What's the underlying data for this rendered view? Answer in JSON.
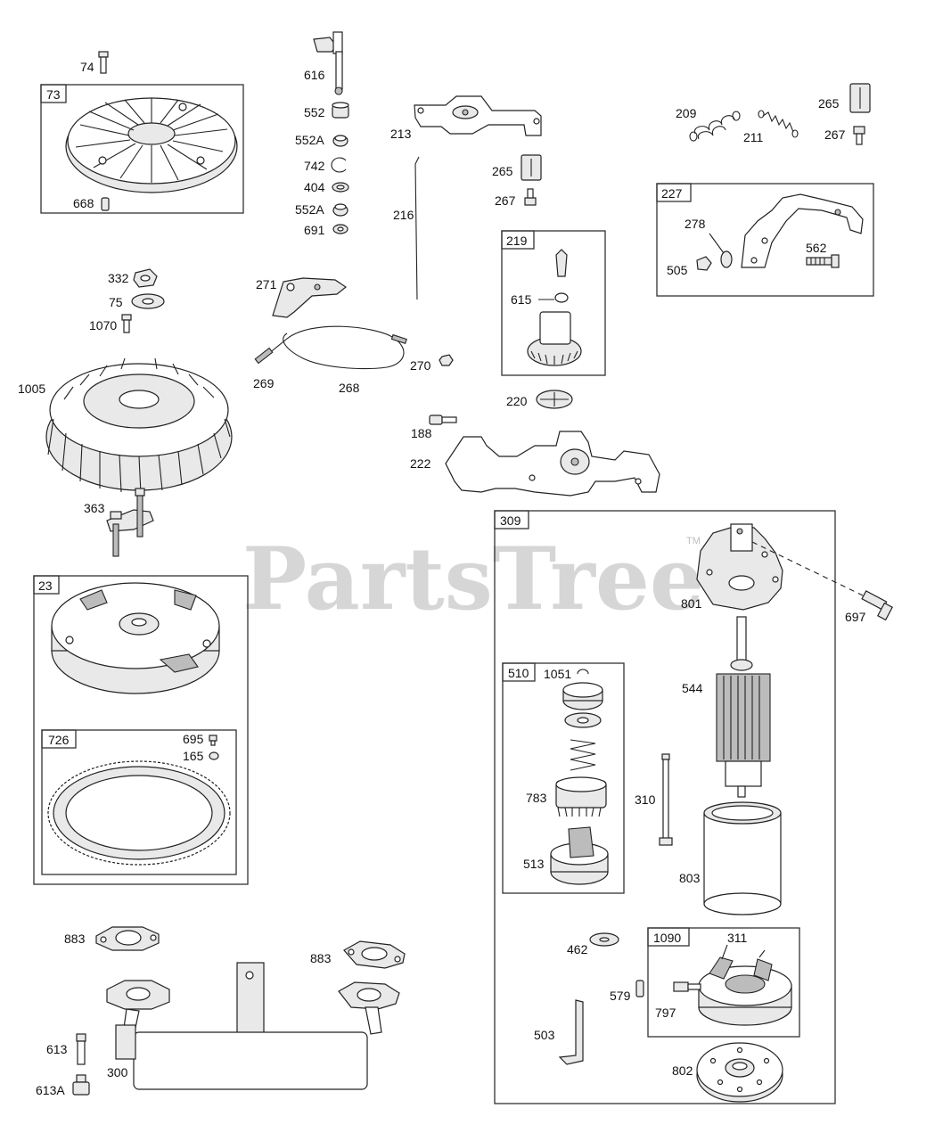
{
  "watermark": {
    "text": "PartsTree",
    "trademark": "TM"
  },
  "boxes": {
    "b73": "73",
    "b23": "23",
    "b726": "726",
    "b219": "219",
    "b227": "227",
    "b309": "309",
    "b510": "510",
    "b1090": "1090"
  },
  "parts": {
    "p74": "74",
    "p668": "668",
    "p616": "616",
    "p552": "552",
    "p552a_1": "552A",
    "p742": "742",
    "p404": "404",
    "p552a_2": "552A",
    "p691": "691",
    "p213": "213",
    "p216": "216",
    "p265_mid": "265",
    "p267_mid": "267",
    "p209": "209",
    "p211": "211",
    "p265_right": "265",
    "p267_right": "267",
    "p278": "278",
    "p505": "505",
    "p562": "562",
    "p332": "332",
    "p75": "75",
    "p1070": "1070",
    "p271": "271",
    "p615": "615",
    "p269": "269",
    "p268": "268",
    "p270": "270",
    "p1005": "1005",
    "p220": "220",
    "p188": "188",
    "p222": "222",
    "p363": "363",
    "p801": "801",
    "p697": "697",
    "p1051": "1051",
    "p544": "544",
    "p695": "695",
    "p165": "165",
    "p783": "783",
    "p310": "310",
    "p513": "513",
    "p803": "803",
    "p883_left": "883",
    "p883_right": "883",
    "p462": "462",
    "p311": "311",
    "p579": "579",
    "p797": "797",
    "p503": "503",
    "p613": "613",
    "p300": "300",
    "p613a": "613A",
    "p802": "802"
  }
}
